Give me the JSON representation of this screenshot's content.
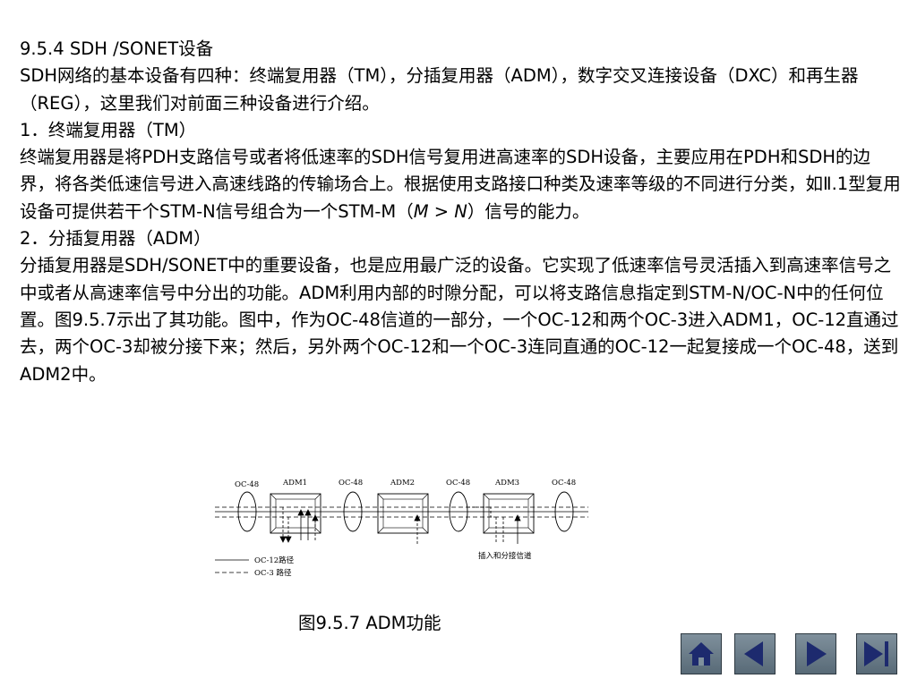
{
  "section": {
    "heading": "9.5.4  SDH /SONET设备",
    "intro": "SDH网络的基本设备有四种：终端复用器（TM），分插复用器（ADM），数字交叉连接设备（DXC）和再生器（REG），这里我们对前面三种设备进行介绍。",
    "tm_heading": "1．终端复用器（TM）",
    "tm_body_a": "终端复用器是将PDH支路信号或者将低速率的SDH信号复用进高速率的SDH设备，主要应用在PDH和SDH的边界，将各类低速信号进入高速线路的传输场合上。根据使用支路接口种类及速率等级的不同进行分类，如Ⅱ.1型复用设备可提供若干个STM-N信号组合为一个STM-M（",
    "tm_m": "M",
    "tm_gt": " > ",
    "tm_n": "N",
    "tm_body_b": "）信号的能力。",
    "adm_heading": "2．分插复用器（ADM）",
    "adm_body": "分插复用器是SDH/SONET中的重要设备，也是应用最广泛的设备。它实现了低速率信号灵活插入到高速率信号之中或者从高速率信号中分出的功能。ADM利用内部的时隙分配，可以将支路信息指定到STM-N/OC-N中的任何位置。图9.5.7示出了其功能。图中，作为OC-48信道的一部分，一个OC-12和两个OC-3进入ADM1，OC-12直通过去，两个OC-3却被分接下来；然后，另外两个OC-12和一个OC-3连同直通的OC-12一起复接成一个OC-48，送到ADM2中。"
  },
  "figure": {
    "labels": {
      "oc48_1": "OC-48",
      "adm1": "ADM1",
      "oc48_2": "OC-48",
      "adm2": "ADM2",
      "oc48_3": "OC-48",
      "adm3": "ADM3",
      "oc48_4": "OC-48",
      "legend_oc12": "OC-12路径",
      "legend_oc3": "OC-3 路径",
      "add_drop": "插入和分接信道"
    },
    "caption": "图9.5.7  ADM功能"
  },
  "nav": {
    "icons": [
      "home-icon",
      "prev-icon",
      "next-icon",
      "last-icon"
    ],
    "color": "#6b7c88"
  }
}
